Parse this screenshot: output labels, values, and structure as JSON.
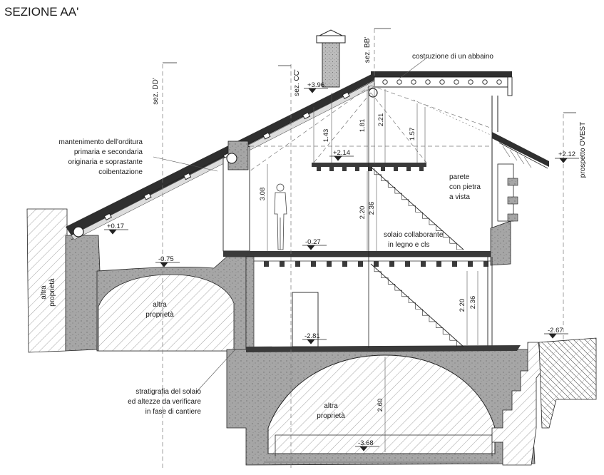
{
  "title": "SEZIONE AA'",
  "section_markers": {
    "sez_dd": "sez. DD'",
    "sez_cc": "sez. CC'",
    "sez_bb": "sez. BB'",
    "prospetto": "prospetto OVEST"
  },
  "notes": {
    "abbaino": "costruzione di un abbaino",
    "orditura": [
      "mantenimento dell'orditura",
      "primaria e secondaria",
      "originaria e soprastante",
      "coibentazione"
    ],
    "parete": [
      "parete",
      "con pietra",
      "a vista"
    ],
    "solaio_collab": [
      "solaio collaborante",
      "in legno e cls"
    ],
    "stratigrafia": [
      "stratigrafia del solaio",
      "ed altezze da verificare",
      "in fase di cantiere"
    ],
    "altra_left": [
      "altra",
      "proprietà"
    ],
    "altra_mid": [
      "altra",
      "proprietà"
    ],
    "altra_bottom": [
      "altra",
      "proprietà"
    ]
  },
  "levels": {
    "top": "+3.96",
    "mezz": "+2.14",
    "eave_right": "+2.12",
    "eave_left": "+0.17",
    "terrace": "-0.75",
    "floor1": "-0.27",
    "floor0": "-2.81",
    "ground_right": "-2.67",
    "vault_base": "-3.68"
  },
  "dimensions": {
    "d_143": "1.43",
    "d_181": "1.81",
    "d_221": "2.21",
    "d_157": "1.57",
    "d_308": "3.08",
    "d_220a": "2.20",
    "d_236a": "2.36",
    "d_220b": "2.20",
    "d_236b": "2.36",
    "d_260": "2.60"
  },
  "colors": {
    "line": "#222222",
    "hatch": "#8a8a8a",
    "masonry": "#9c9c9c",
    "dark": "#3a3a3a"
  }
}
